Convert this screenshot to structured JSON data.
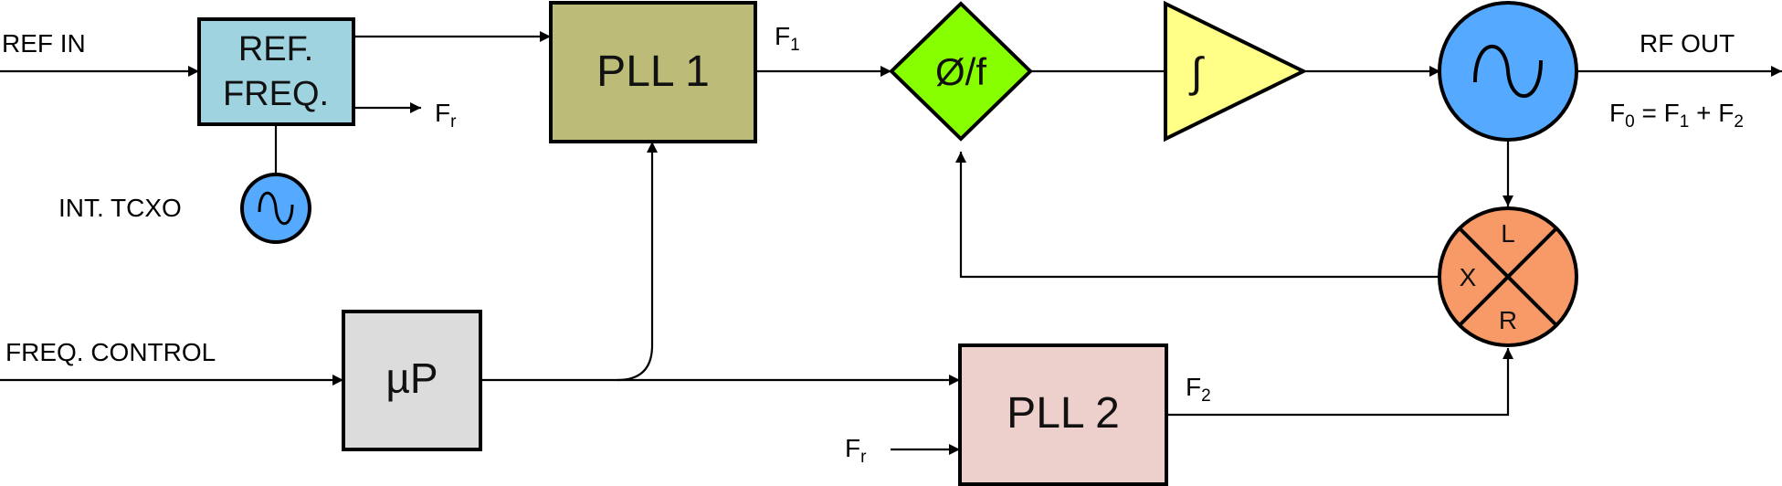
{
  "inputs": {
    "ref_in": "REF IN",
    "freq_control": "FREQ. CONTROL",
    "int_tcxo": "INT. TCXO"
  },
  "blocks": {
    "ref_freq_line1": "REF.",
    "ref_freq_line2": "FREQ.",
    "pll1": "PLL 1",
    "pll2": "PLL 2",
    "phase_detector": "Ø/f",
    "integrator_symbol": "∫",
    "microprocessor": "µP",
    "mixer_l": "L",
    "mixer_x": "X",
    "mixer_r": "R"
  },
  "signals": {
    "f1": "F",
    "f1_sub": "1",
    "f2": "F",
    "f2_sub": "2",
    "fr_out": "F",
    "fr_out_sub": "r",
    "fr_in": "F",
    "fr_in_sub": "r"
  },
  "outputs": {
    "rf_out": "RF OUT",
    "equation": {
      "f0": "F",
      "f0_sub": "0",
      "eq": " = ",
      "f1": "F",
      "f1_sub": "1",
      "plus": " + ",
      "f2": "F",
      "f2_sub": "2"
    }
  },
  "colors": {
    "ref_freq": "#9fd3e0",
    "pll1": "#bcbc78",
    "pll2": "#edcfcb",
    "phase_detector": "#88ff00",
    "integrator": "#ffff88",
    "vco": "#55aaff",
    "tcxo": "#55aaff",
    "mixer": "#f79a68",
    "microprocessor": "#dcdcdc"
  }
}
